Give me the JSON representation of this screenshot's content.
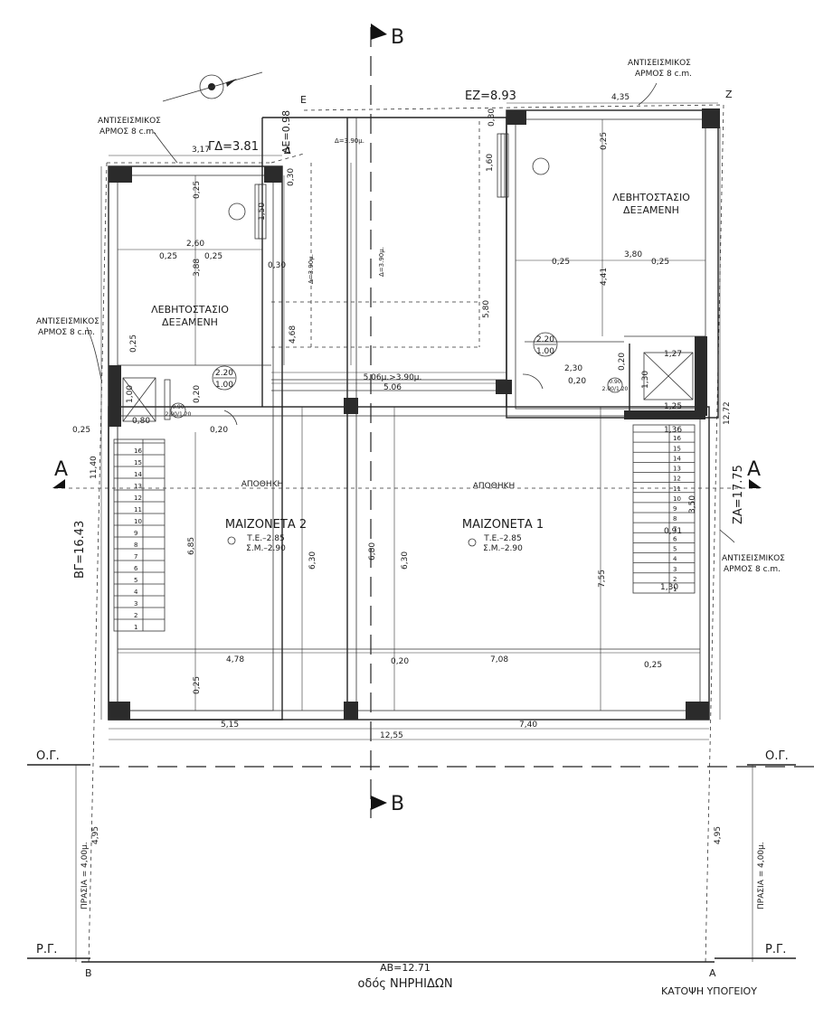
{
  "plan_title": "ΚΑΤΟΨΗ ΥΠΟΓΕΙΟΥ",
  "street_name": "οδός ΝΗΡΗΙΔΩΝ",
  "seismic_joint": {
    "line1": "ΑΝΤΙΣΕΙΣΜΙΚΟΣ",
    "line2": "ΑΡΜΟΣ 8 c.m."
  },
  "section_marks": {
    "a": "A",
    "b": "B"
  },
  "corners": {
    "a": "A",
    "b": "B",
    "d": "Δ",
    "e": "E",
    "z": "Z"
  },
  "lines": {
    "og": "Ο.Γ.",
    "rg": "Ρ.Γ."
  },
  "boundaries": {
    "ab": "ΑΒ=12.71",
    "bg": "ΒΓ=16.43",
    "gd": "ΓΔ=3.81",
    "de": "ΔΕ=0.98",
    "ez": "ΕΖ=8.93",
    "za": "ΖΑ=17.75"
  },
  "front_setback": "ΠΡΑΣΙΑ = 4,00μ.",
  "rooms": {
    "boiler": {
      "line1": "ΛΕΒΗΤΟΣΤΑΣΙΟ",
      "line2": "ΔΕΞΑΜΕΝΗ"
    },
    "storage": "ΑΠΟΘΗΚΗ",
    "maisonette2": {
      "name": "ΜΑΙΖΟΝΕΤΑ 2",
      "te": "Τ.Ε.–2.85",
      "sm": "Σ.Μ.–2.90"
    },
    "maisonette1": {
      "name": "ΜΑΙΖΟΝΕΤΑ 1",
      "te": "Τ.Ε.–2.85",
      "sm": "Σ.Μ.–2.90"
    }
  },
  "doors": {
    "d1": "2.20",
    "d2": "1.00",
    "w": "0.90",
    "w2": "2.00/1.20"
  },
  "ramp": {
    "d1": "5.06μ.>3.90μ.",
    "d2": "5.06",
    "d3": "Δ=3.90μ."
  },
  "dims": {
    "d317": "3,17",
    "d435": "4,35",
    "d025": "0,25",
    "d030": "0,30",
    "d150": "1,50",
    "d260": "2,60",
    "d388": "3,88",
    "d468": "4,68",
    "d580": "5,80",
    "d380": "3,80",
    "d441": "4,41",
    "d160": "1,60",
    "d130": "1,30",
    "d127": "1,27",
    "d125": "1,25",
    "d136": "1,36",
    "d100": "1,00",
    "d080": "0,80",
    "d020": "0,20",
    "d230": "2,30",
    "d1140": "11,40",
    "d1272": "12,72",
    "d685": "6,85",
    "d630": "6,30",
    "d680": "6,80",
    "d755": "7,55",
    "d478": "4,78",
    "d708": "7,08",
    "d515": "5,15",
    "d740": "7,40",
    "d1255": "12,55",
    "d495": "4,95",
    "d350": "3,50",
    "d091": "0,91",
    "d390": "Δ=3.90μ."
  },
  "stair_left": [
    "1",
    "2",
    "3",
    "4",
    "5",
    "6",
    "7",
    "8",
    "9",
    "10",
    "11",
    "12",
    "13",
    "14",
    "15",
    "16"
  ],
  "stair_right": [
    "1",
    "2",
    "3",
    "4",
    "5",
    "6",
    "7",
    "8",
    "9",
    "10",
    "11",
    "12",
    "13",
    "14",
    "15",
    "16"
  ]
}
